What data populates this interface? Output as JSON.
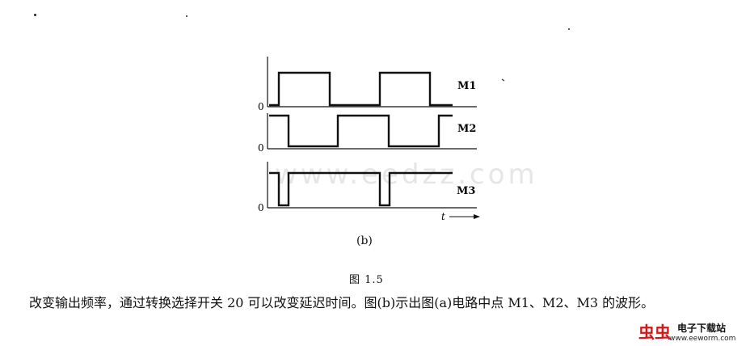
{
  "figure": {
    "signals": [
      {
        "name": "M1",
        "zero": "0"
      },
      {
        "name": "M2",
        "zero": "0"
      },
      {
        "name": "M3",
        "zero": "0"
      }
    ],
    "time_axis_label": "t",
    "subfigure_label": "(b)",
    "caption": "图 1.5",
    "watermark_faint": "www.eedzz.com"
  },
  "text": {
    "paragraph": "改变输出频率，通过转换选择开关 20 可以改变延迟时间。图(b)示出图(a)电路中点 M1、M2、M3 的波形。"
  },
  "site_watermark": {
    "mark": "虫虫",
    "name": "电子下载站",
    "url": "www.eeworm.com"
  }
}
